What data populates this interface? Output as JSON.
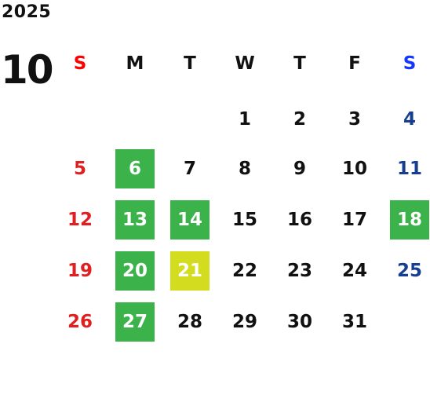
{
  "calendar": {
    "year": "2025",
    "month": "10",
    "weekdays": [
      "S",
      "M",
      "T",
      "W",
      "T",
      "F",
      "S"
    ],
    "weeks": [
      [
        "",
        "",
        "",
        "1",
        "2",
        "3",
        "4"
      ],
      [
        "5",
        "6",
        "7",
        "8",
        "9",
        "10",
        "11"
      ],
      [
        "12",
        "13",
        "14",
        "15",
        "16",
        "17",
        "18"
      ],
      [
        "19",
        "20",
        "21",
        "22",
        "23",
        "24",
        "25"
      ],
      [
        "26",
        "27",
        "28",
        "29",
        "30",
        "31",
        ""
      ]
    ],
    "highlights": {
      "6": "green",
      "13": "green",
      "14": "green",
      "18": "green",
      "20": "green",
      "27": "green",
      "21": "yellow"
    },
    "colors": {
      "sunday_header": "#ff0000",
      "saturday_header": "#1436ff",
      "sunday_date": "#e02020",
      "saturday_date": "#173f91",
      "green_highlight": "#3cb24a",
      "yellow_highlight": "#d4dc1f"
    }
  }
}
